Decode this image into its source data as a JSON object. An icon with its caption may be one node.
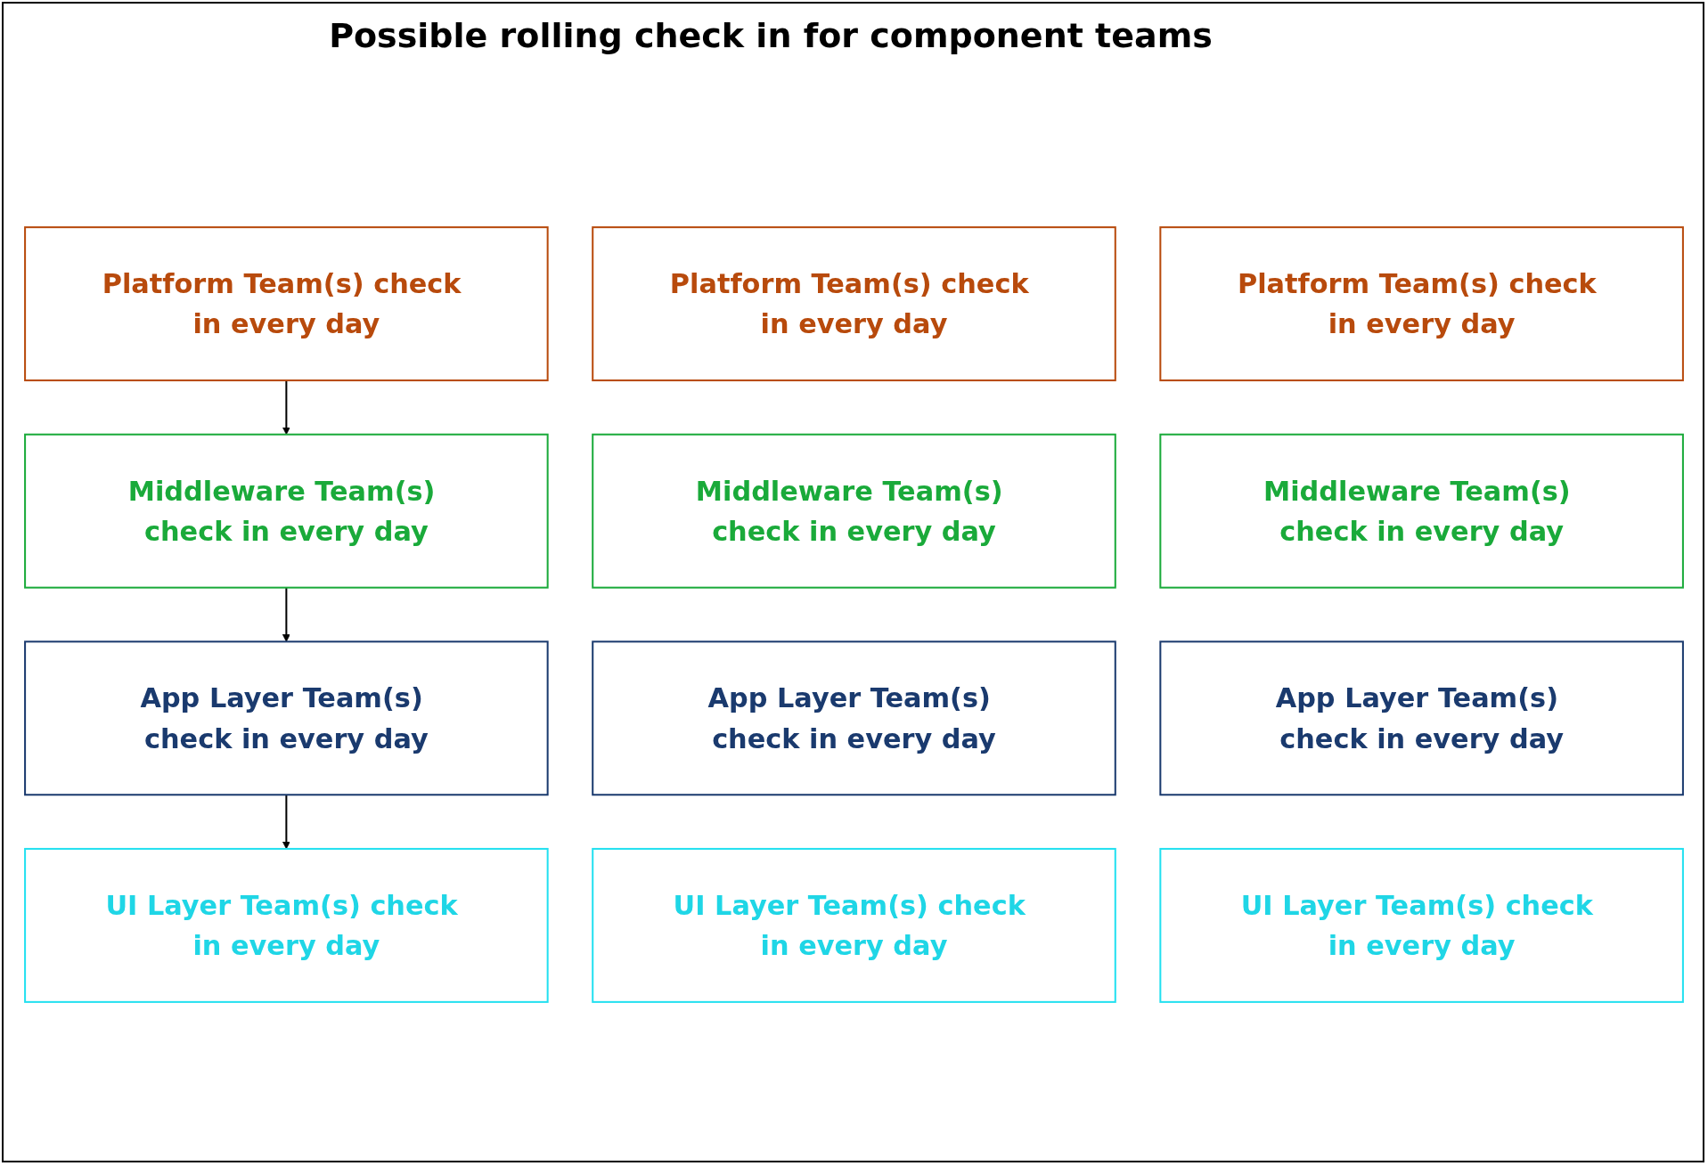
{
  "diagram": {
    "title": "Possible rolling check in for component teams",
    "nodes": [
      {
        "text": [
          "Platform Team(s) check in every day"
        ]
      },
      {
        "text": [
          "Platform Team(s) check in every day"
        ]
      },
      {
        "text": [
          "Platform Team(s) check in every day"
        ]
      },
      {
        "text": [
          "Middleware Team(s) check in every day"
        ]
      },
      {
        "text": [
          "Middleware Team(s) check in every day"
        ]
      },
      {
        "text": [
          "Middleware Team(s) check in every day"
        ]
      },
      {
        "text": [
          "App Layer Team(s) check in every day"
        ]
      },
      {
        "text": [
          "App Layer Team(s) check in every day"
        ]
      },
      {
        "text": [
          "App Layer Team(s) check in every day"
        ]
      },
      {
        "text": [
          "UI Layer Team(s) check in every day"
        ]
      },
      {
        "text": [
          "UI Layer Team(s) check in every day"
        ]
      },
      {
        "text": [
          "UI Layer Team(s) check in every day"
        ]
      }
    ],
    "edges": [
      {
        "from": 0,
        "to": 3,
        "arrow": "to"
      },
      {
        "from": 3,
        "to": 6,
        "arrow": "to"
      },
      {
        "from": 6,
        "to": 9,
        "arrow": "to"
      }
    ]
  }
}
